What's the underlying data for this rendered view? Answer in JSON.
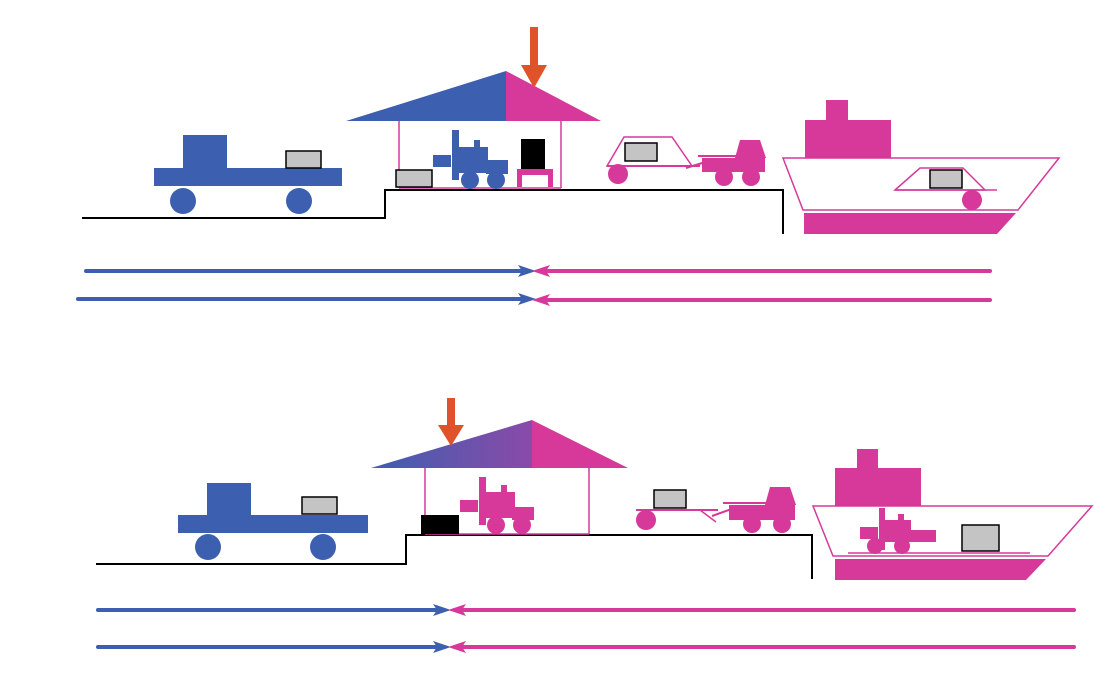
{
  "colors": {
    "blue": "#3d5fb0",
    "magenta": "#d6399a",
    "arrow_orange": "#e0522a",
    "ground": "#000000",
    "cargo_fill": "#c4c4c4",
    "cargo_stroke": "#000000",
    "black": "#000000",
    "white": "#ffffff"
  },
  "scenes": [
    {
      "name": "scene-top",
      "description_icons": [
        "truck-icon",
        "warehouse-icon",
        "forklift-icon",
        "trailer-icon",
        "tractor-icon",
        "ship-icon",
        "handover-arrow-icon"
      ],
      "handover": "inside-warehouse"
    },
    {
      "name": "scene-bottom",
      "description_icons": [
        "truck-icon",
        "warehouse-icon",
        "forklift-icon",
        "trailer-icon",
        "tractor-icon",
        "ship-icon",
        "handover-arrow-icon"
      ],
      "handover": "warehouse-entrance"
    }
  ]
}
